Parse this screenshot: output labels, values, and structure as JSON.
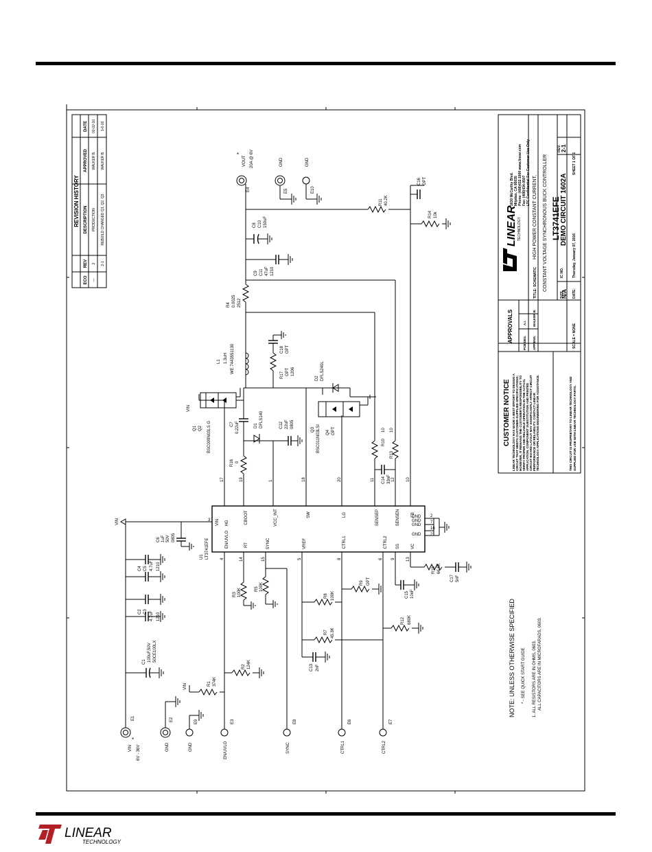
{
  "schematic": {
    "customer_notice": {
      "title": "CUSTOMER NOTICE",
      "lines": [
        "LINEAR TECHNOLOGY HAS MADE A BEST EFFORT TO DESIGN A",
        "CIRCUIT THAT MEETS CUSTOMER-SUPPLIED SPECIFICATIONS;",
        "HOWEVER, IT REMAINS THE CUSTOMER'S RESPONSIBILITY TO",
        "VERIFY PROPER AND RELIABLE OPERATION IN THE ACTUAL",
        "APPLICATION. COMPONENT SUBSTITUTION AND PRINTED",
        "CIRCUIT BOARD LAYOUT MAY SIGNIFICANTLY AFFECT CIRCUIT",
        "PERFORMANCE OR RELIABILITY. CONTACT LINEAR",
        "TECHNOLOGY APPLICATIONS ENGINEERING FOR ASSISTANCE."
      ],
      "proprietary": [
        "THIS CIRCUIT IS PROPRIETARY TO LINEAR TECHNOLOGY AND",
        "SUPPLIED FOR USE WITH LINEAR TECHNOLOGY PARTS."
      ]
    },
    "notes": {
      "title": "NOTE: UNLESS OTHERWISE SPECIFIED",
      "star_note": "*   - SEE QUICK START GUIDE",
      "line1": "1. ALL RESISTORS ARE IN OHMS, 0603.",
      "line2": "ALL CAPACITORS ARE IN MICROFARADS, 0603."
    },
    "revision_history": {
      "title": "REVISION HISTORY",
      "headers": [
        "ECO",
        "REV",
        "DESCRIPTION",
        "APPROVED",
        "DATE"
      ],
      "rows": [
        [
          "—",
          "2",
          "PRODUCTION",
          "WALKER B.",
          "02-02-10"
        ],
        [
          "",
          "2-1",
          "REBUILD CHANGED Q1, Q2, Q3",
          "WALKER B.",
          "1-6-16"
        ]
      ]
    },
    "approvals": {
      "title": "APPROVALS",
      "rows": [
        [
          "PCB DES.",
          "A.I."
        ],
        [
          "APP ENG.",
          "WALKER B."
        ]
      ]
    },
    "company": {
      "name": "TECHNOLOGY",
      "address1": "1630 McCarthy Blvd.",
      "address2": "Milpitas, CA 95035",
      "phone": "Phone: (408)432-1900   www.linear.com",
      "fax": "Fax: (408)434-0507",
      "confidential": "LTC Confidential-For Customer Use Only"
    },
    "title_block": {
      "title_label": "TITLE: SCHEMATIC",
      "title_line1": "HIGH POWER CONSTANT CURRENT,",
      "title_line2": "CONSTANT VOLTAGE SYNCHRONOUS BUCK CONTROLLER",
      "size_label": "SIZE",
      "size_value": "N/A",
      "ic_label": "IC NO.",
      "ic_value": "LT3741EFE",
      "demo": "DEMO CIRCUIT 1602A",
      "rev_label": "REV.",
      "rev_value": "2-1",
      "date_label": "DATE:",
      "date_value": "Thursday, January 07, 2016",
      "sheet": "SHEET  1   OF  1",
      "scale": "SCALE = NONE"
    },
    "ic": {
      "name": "LT3741EFE",
      "ref": "U1",
      "left_pins": [
        {
          "name": "EN/UVLO",
          "num": "4"
        },
        {
          "name": "RT",
          "num": "14"
        },
        {
          "name": "SYNC",
          "num": "15"
        },
        {
          "name": "VREF",
          "num": "5"
        },
        {
          "name": "CTRL1",
          "num": "8"
        },
        {
          "name": "CTRL2",
          "num": "6"
        },
        {
          "name": "SS",
          "num": "9"
        },
        {
          "name": "VC",
          "num": "13"
        }
      ],
      "right_pins": [
        {
          "name": "HG",
          "num": "17"
        },
        {
          "name": "CBOOT",
          "num": "19"
        },
        {
          "name": "VCC_INT",
          "num": "1"
        },
        {
          "name": "SW",
          "num": "18"
        },
        {
          "name": "LG",
          "num": "20"
        },
        {
          "name": "SENSEP",
          "num": "11"
        },
        {
          "name": "SENSEN",
          "num": "12"
        },
        {
          "name": "FB",
          "num": "10"
        }
      ],
      "vin_pin": {
        "name": "VIN",
        "num": "3"
      },
      "gnd_pins": [
        {
          "name": "GND",
          "num": "2"
        },
        {
          "name": "GND",
          "num": "7"
        },
        {
          "name": "GND",
          "num": "16"
        },
        {
          "name": "GND",
          "num": "21"
        }
      ]
    },
    "connectors": [
      {
        "ref": "E1",
        "label": "VIN",
        "sub": "6V - 36V",
        "star": "*"
      },
      {
        "ref": "E2",
        "label": "GND"
      },
      {
        "ref": "E9",
        "label": "GND"
      },
      {
        "ref": "E3",
        "label": "EN/UVLO"
      },
      {
        "ref": "E8",
        "label": "SYNC"
      },
      {
        "ref": "E6",
        "label": "CTRL1"
      },
      {
        "ref": "E7",
        "label": "CTRL2"
      },
      {
        "ref": "E4",
        "label": "VOUT",
        "sub": "20A @ 6V",
        "star": "*"
      },
      {
        "ref": "E5",
        "label": "GND"
      },
      {
        "ref": "E10",
        "label": "GND"
      }
    ],
    "components": {
      "C1": {
        "ref": "C1",
        "val": "100uF,50V",
        "pkg": "50CE100LX"
      },
      "C2": {
        "ref": "C2",
        "val": "C3"
      },
      "C3": {
        "val": "4.7uF",
        "pkg": "1210"
      },
      "C4": {
        "ref": "C4",
        "val": "C5"
      },
      "C5": {
        "val": "4.7uF",
        "pkg": "1210"
      },
      "C6": {
        "ref": "C6",
        "val": "1uF",
        "v": "50V",
        "pkg": "0805"
      },
      "R1": {
        "ref": "R1",
        "val": "374K"
      },
      "R2": {
        "ref": "R2",
        "val": "124K"
      },
      "R3": {
        "ref": "R3",
        "val": "100K"
      },
      "R5": {
        "ref": "R5",
        "val": "100K"
      },
      "R7": {
        "ref": "R7",
        "val": "45.3K"
      },
      "R8": {
        "ref": "R8",
        "val": "100K"
      },
      "R9": {
        "ref": "R9",
        "val": "OPT"
      },
      "R12": {
        "ref": "R12",
        "val": "680K"
      },
      "C13": {
        "ref": "C13",
        "val": "2nF"
      },
      "C15": {
        "ref": "C15",
        "val": "10nF"
      },
      "R15": {
        "ref": "R15",
        "val": "66.5K"
      },
      "C17": {
        "ref": "C17",
        "val": "5nF"
      },
      "R16": {
        "ref": "R16",
        "val": "0"
      },
      "C7": {
        "ref": "C7",
        "val": "0.22uF"
      },
      "D1": {
        "ref": "D1",
        "val": "DFLS140"
      },
      "C12": {
        "ref": "C12",
        "val": "22uF",
        "pkg": "0805"
      },
      "Q1": {
        "ref": "Q1",
        "ref2": "Q2",
        "val": "BSC009N03LS G"
      },
      "Q3": {
        "ref": "Q3",
        "ref2": "Q4",
        "val": "BSC011N03LSI",
        "opt": "OPT"
      },
      "D2": {
        "ref": "D2",
        "val": "DFLS240L"
      },
      "L1": {
        "ref": "L1",
        "val": "1.3uH",
        "pkg": "WE 7443551130"
      },
      "R17": {
        "ref": "R17",
        "val": "OPT",
        "pkg": "1206"
      },
      "C18": {
        "ref": "C18",
        "val": "OPT"
      },
      "R4": {
        "ref": "R4",
        "val": "0.0025",
        "pkg": "2512"
      },
      "R10": {
        "ref": "R10",
        "val": "10"
      },
      "R13": {
        "ref": "R13",
        "val": "10"
      },
      "C14": {
        "ref": "C14",
        "val": "33nF"
      },
      "C9": {
        "ref": "C9",
        "ref2": "C11",
        "val": "47uF",
        "pkg": "1210"
      },
      "C8": {
        "ref": "C8",
        "ref2": "C10",
        "val": "150uF"
      },
      "C16": {
        "ref": "C16",
        "val": "OPT"
      },
      "R11": {
        "ref": "R11",
        "val": "40.2K"
      },
      "R14": {
        "ref": "R14",
        "val": "10k"
      }
    },
    "net_labels": {
      "vin": "VIN"
    },
    "logo_text": "LINEAR",
    "logo_sub": "TECHNOLOGY"
  }
}
